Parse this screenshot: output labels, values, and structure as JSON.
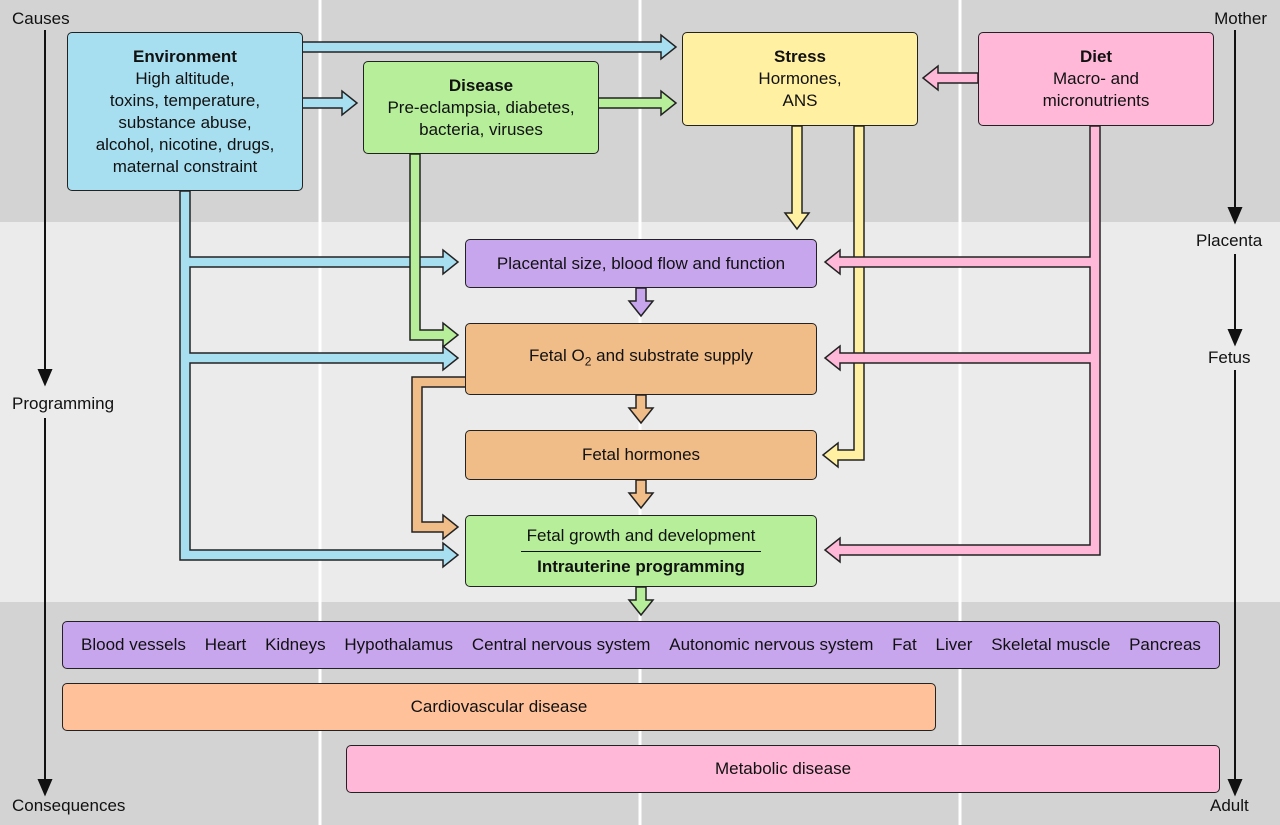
{
  "axes": {
    "left_top": "Causes",
    "left_mid": "Programming",
    "left_bottom": "Consequences",
    "right_top": "Mother",
    "right_placenta": "Placenta",
    "right_fetus": "Fetus",
    "right_bottom": "Adult"
  },
  "environment": {
    "title": "Environment",
    "lines": [
      "High altitude,",
      "toxins, temperature,",
      "substance abuse,",
      "alcohol, nicotine, drugs,",
      "maternal constraint"
    ]
  },
  "disease": {
    "title": "Disease",
    "lines": [
      "Pre-eclampsia, diabetes,",
      "bacteria, viruses"
    ]
  },
  "stress": {
    "title": "Stress",
    "lines": [
      "Hormones,",
      "ANS"
    ]
  },
  "diet": {
    "title": "Diet",
    "lines": [
      "Macro- and",
      "micronutrients"
    ]
  },
  "placental": "Placental size, blood flow and function",
  "fetal_supply": {
    "prefix": "Fetal O",
    "subscript": "2",
    "suffix": " and substrate supply"
  },
  "fetal_hormones": "Fetal hormones",
  "fetal_growth": {
    "line1": "Fetal growth and development",
    "line2": "Intrauterine programming"
  },
  "organs": [
    "Blood vessels",
    "Heart",
    "Kidneys",
    "Hypothalamus",
    "Central nervous system",
    "Autonomic nervous system",
    "Fat",
    "Liver",
    "Skeletal muscle",
    "Pancreas"
  ],
  "cardiovascular": "Cardiovascular disease",
  "metabolic": "Metabolic disease",
  "colors": {
    "band_dark": "#d3d3d3",
    "band_light": "#ebebeb",
    "blue": "#a8dff0",
    "green": "#b6ee9a",
    "yellow": "#fff0a2",
    "pink": "#ffb8d8",
    "purple": "#c8a6ee",
    "orange": "#f0bd88",
    "peach": "#ffc19a"
  }
}
